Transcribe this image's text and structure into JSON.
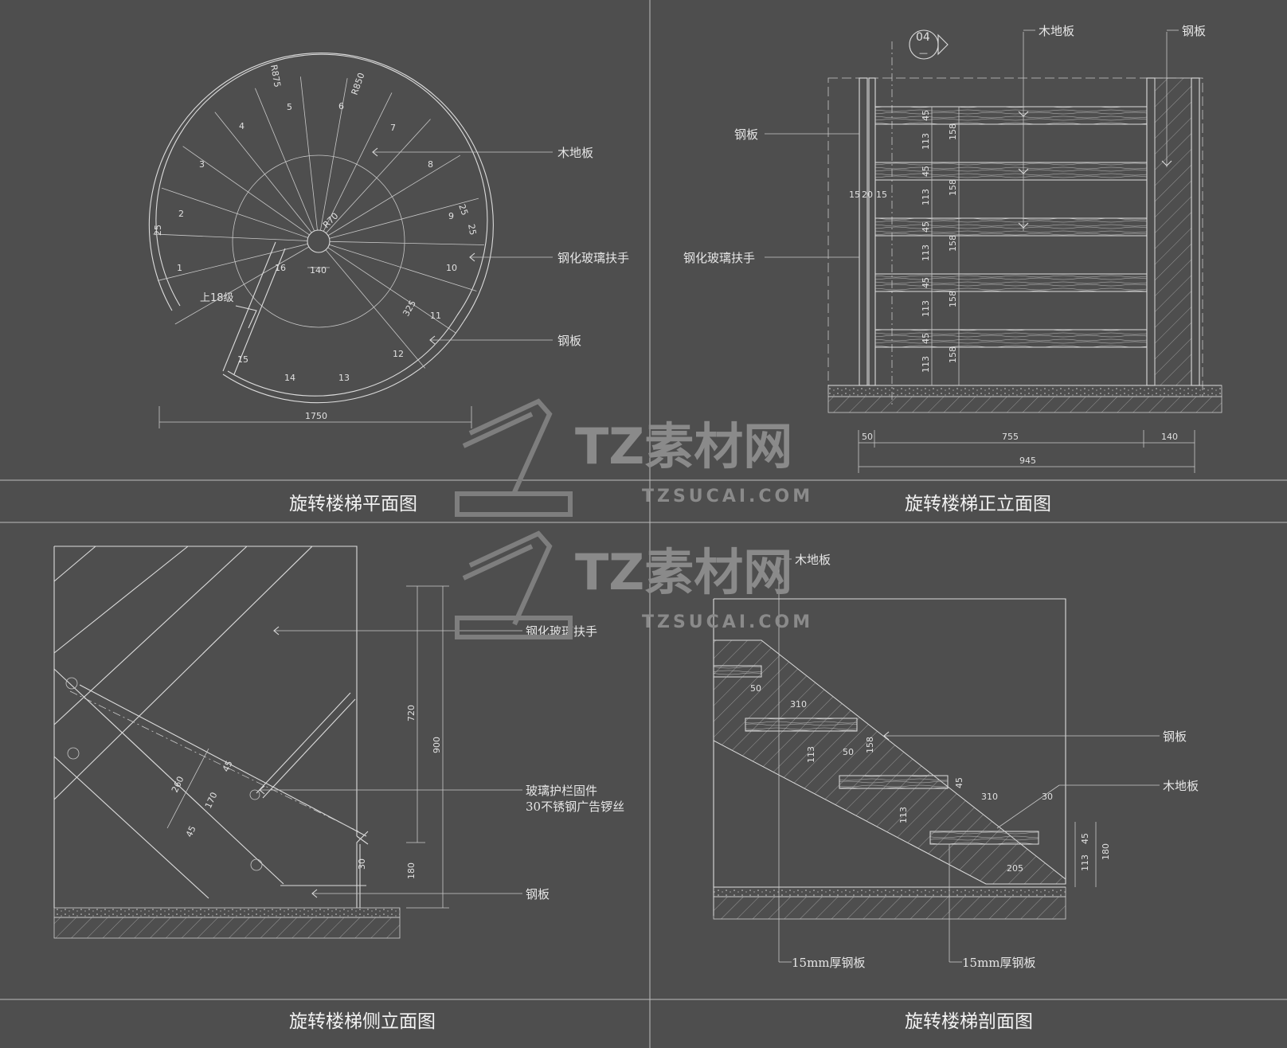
{
  "watermark": {
    "brand": "TZ素材网",
    "url": "TZSUCAI.COM"
  },
  "plan_view": {
    "title": "旋转楼梯平面图",
    "step_numbers": [
      "1",
      "2",
      "3",
      "4",
      "5",
      "6",
      "7",
      "8",
      "9",
      "10",
      "11",
      "12",
      "13",
      "14",
      "15",
      "16"
    ],
    "labels": {
      "wood_floor": "木地板",
      "glass_handrail": "钢化玻璃扶手",
      "steel_plate": "钢板",
      "up_steps": "上18级"
    },
    "dims": {
      "overall_width": "1750",
      "center_width": "140",
      "radius_outer_1": "R875",
      "radius_outer_2": "R850",
      "radius_center": "R70",
      "tread_325": "325",
      "thk_a": "25",
      "thk_b": "25",
      "thk_c": "25"
    }
  },
  "front_elevation": {
    "title": "旋转楼梯正立面图",
    "section_tag": "04",
    "section_tag_sub": "—",
    "labels": {
      "wood_floor": "木地板",
      "steel_plate_right": "钢板",
      "steel_plate_left": "钢板",
      "glass_handrail": "钢化玻璃扶手"
    },
    "dims": {
      "tread_thk": "45",
      "riser_gap": "113",
      "riser": "158",
      "d15a": "15",
      "d20": "20",
      "d15b": "15",
      "bottom_left": "50",
      "bottom_mid": "755",
      "bottom_right": "140",
      "bottom_total": "945"
    }
  },
  "side_elevation": {
    "title": "旋转楼梯侧立面图",
    "labels": {
      "glass_handrail": "钢化玻璃扶手",
      "fixing_1": "玻璃护栏固件",
      "fixing_2": "30不锈钢广告锣丝",
      "steel_plate": "钢板"
    },
    "dims": {
      "h720": "720",
      "h900": "900",
      "h180": "180",
      "d260": "260",
      "d170": "170",
      "d45a": "45",
      "d45b": "45",
      "d30": "30"
    }
  },
  "section_view": {
    "title": "旋转楼梯剖面图",
    "labels": {
      "wood_floor_top": "木地板",
      "steel_plate": "钢板",
      "wood_floor": "木地板",
      "steel_15_left": "15mm厚钢板",
      "steel_15_right": "15mm厚钢板"
    },
    "dims": {
      "d50a": "50",
      "d310a": "310",
      "d113a": "113",
      "d50b": "50",
      "d158": "158",
      "d45": "45",
      "d310b": "310",
      "d30": "30",
      "d113b": "113",
      "d205": "205",
      "d45r": "45",
      "d113r": "113",
      "d180r": "180"
    }
  }
}
